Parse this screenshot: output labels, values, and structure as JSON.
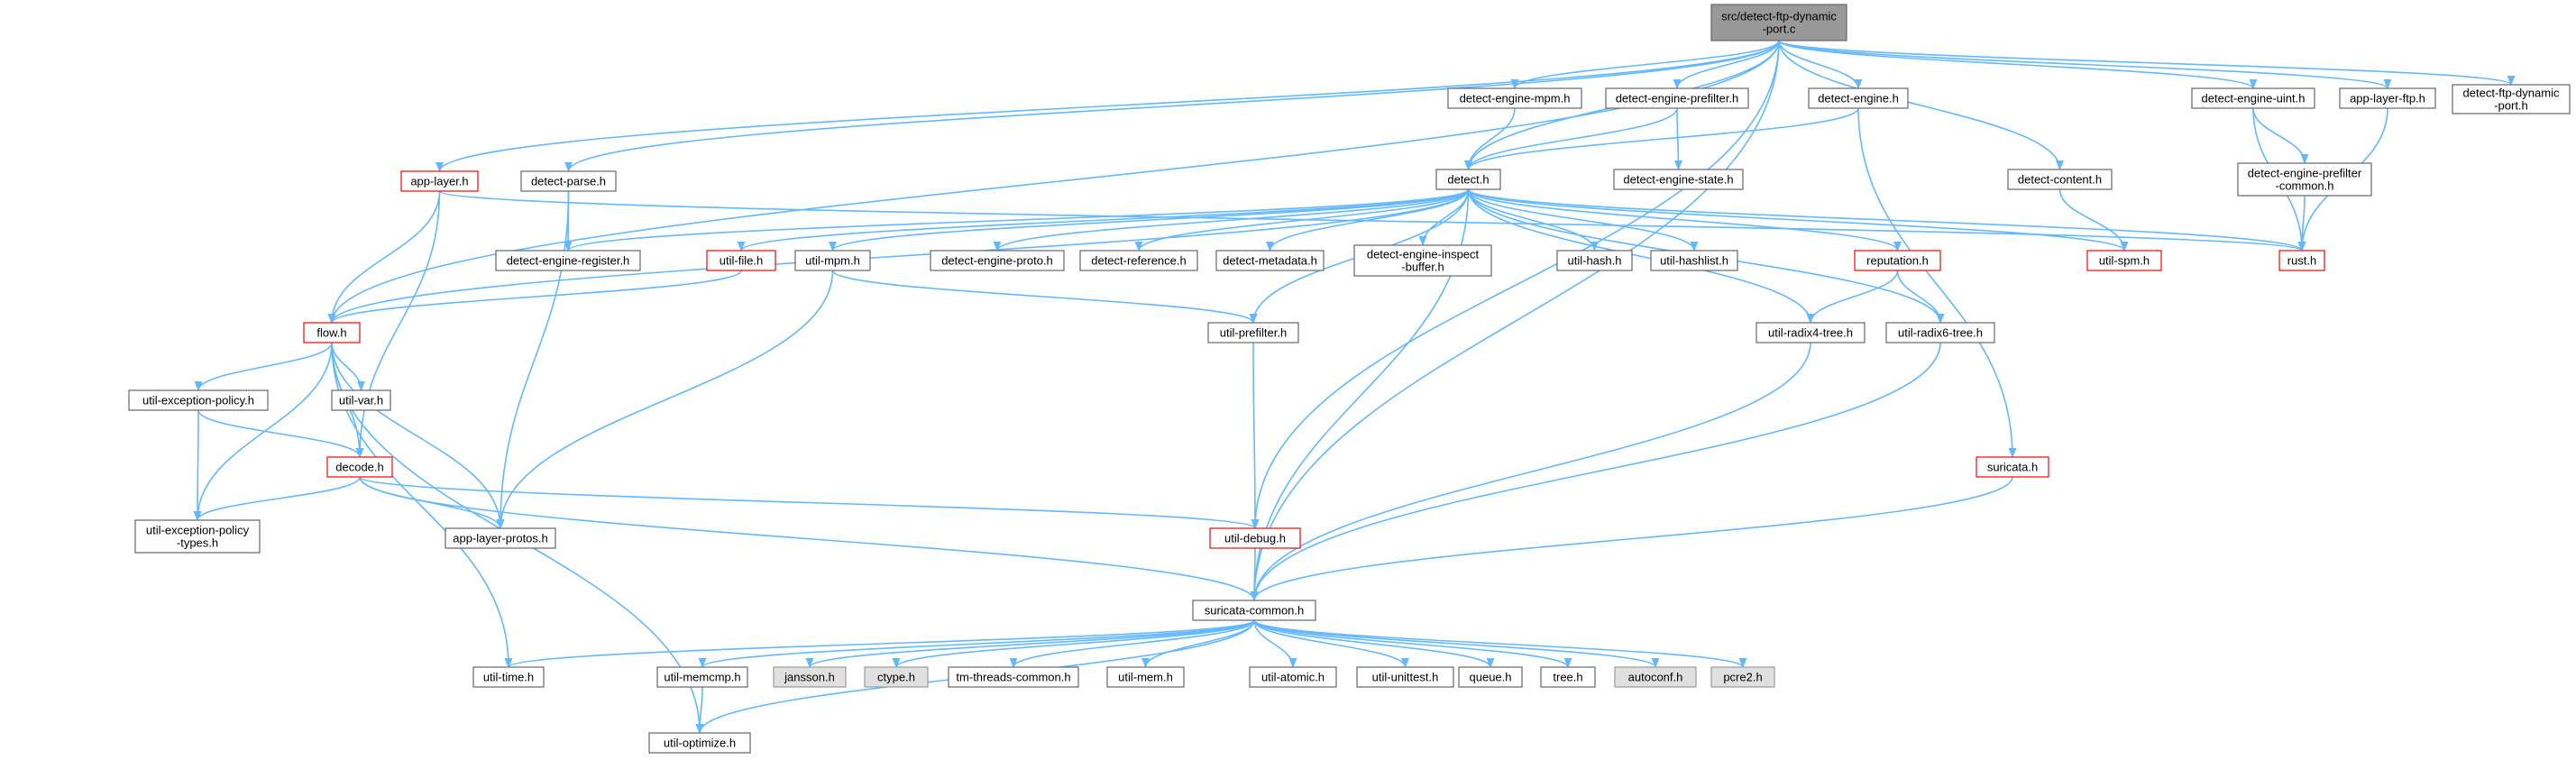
{
  "colors": {
    "edge": "#63b8ff",
    "root_fill": "#999999",
    "normal_border": "#666666",
    "highlight_border": "#ff0000",
    "system_fill": "#e0e0e0",
    "system_border": "#999999",
    "text": "#000000"
  },
  "nodes": {
    "root": {
      "lines": [
        "src/detect-ftp-dynamic",
        "-port.c"
      ],
      "style": "root"
    },
    "detect_engine_mpm_h": {
      "lines": [
        "detect-engine-mpm.h"
      ],
      "style": "normal"
    },
    "detect_engine_prefilter_h": {
      "lines": [
        "detect-engine-prefilter.h"
      ],
      "style": "normal"
    },
    "detect_engine_h": {
      "lines": [
        "detect-engine.h"
      ],
      "style": "normal"
    },
    "detect_engine_uint_h": {
      "lines": [
        "detect-engine-uint.h"
      ],
      "style": "normal"
    },
    "app_layer_ftp_h": {
      "lines": [
        "app-layer-ftp.h"
      ],
      "style": "normal"
    },
    "detect_ftp_dynamic_port_h": {
      "lines": [
        "detect-ftp-dynamic",
        "-port.h"
      ],
      "style": "normal"
    },
    "app_layer_h": {
      "lines": [
        "app-layer.h"
      ],
      "style": "highlight"
    },
    "detect_parse_h": {
      "lines": [
        "detect-parse.h"
      ],
      "style": "normal"
    },
    "detect_h": {
      "lines": [
        "detect.h"
      ],
      "style": "normal"
    },
    "detect_engine_state_h": {
      "lines": [
        "detect-engine-state.h"
      ],
      "style": "normal"
    },
    "detect_content_h": {
      "lines": [
        "detect-content.h"
      ],
      "style": "normal"
    },
    "detect_engine_prefilter_common_h": {
      "lines": [
        "detect-engine-prefilter",
        "-common.h"
      ],
      "style": "normal"
    },
    "detect_engine_register_h": {
      "lines": [
        "detect-engine-register.h"
      ],
      "style": "normal"
    },
    "util_file_h": {
      "lines": [
        "util-file.h"
      ],
      "style": "highlight"
    },
    "util_mpm_h": {
      "lines": [
        "util-mpm.h"
      ],
      "style": "normal"
    },
    "detect_engine_proto_h": {
      "lines": [
        "detect-engine-proto.h"
      ],
      "style": "normal"
    },
    "detect_reference_h": {
      "lines": [
        "detect-reference.h"
      ],
      "style": "normal"
    },
    "detect_metadata_h": {
      "lines": [
        "detect-metadata.h"
      ],
      "style": "normal"
    },
    "detect_engine_inspect_buffer_h": {
      "lines": [
        "detect-engine-inspect",
        "-buffer.h"
      ],
      "style": "normal"
    },
    "util_hash_h": {
      "lines": [
        "util-hash.h"
      ],
      "style": "normal"
    },
    "util_hashlist_h": {
      "lines": [
        "util-hashlist.h"
      ],
      "style": "normal"
    },
    "reputation_h": {
      "lines": [
        "reputation.h"
      ],
      "style": "highlight"
    },
    "util_spm_h": {
      "lines": [
        "util-spm.h"
      ],
      "style": "highlight"
    },
    "rust_h": {
      "lines": [
        "rust.h"
      ],
      "style": "highlight"
    },
    "flow_h": {
      "lines": [
        "flow.h"
      ],
      "style": "highlight"
    },
    "util_prefilter_h": {
      "lines": [
        "util-prefilter.h"
      ],
      "style": "normal"
    },
    "util_radix4_tree_h": {
      "lines": [
        "util-radix4-tree.h"
      ],
      "style": "normal"
    },
    "util_radix6_tree_h": {
      "lines": [
        "util-radix6-tree.h"
      ],
      "style": "normal"
    },
    "util_exception_policy_h": {
      "lines": [
        "util-exception-policy.h"
      ],
      "style": "normal"
    },
    "util_var_h": {
      "lines": [
        "util-var.h"
      ],
      "style": "normal"
    },
    "decode_h": {
      "lines": [
        "decode.h"
      ],
      "style": "highlight"
    },
    "suricata_h": {
      "lines": [
        "suricata.h"
      ],
      "style": "highlight"
    },
    "util_exception_policy_types_h": {
      "lines": [
        "util-exception-policy",
        "-types.h"
      ],
      "style": "normal"
    },
    "app_layer_protos_h": {
      "lines": [
        "app-layer-protos.h"
      ],
      "style": "normal"
    },
    "util_debug_h": {
      "lines": [
        "util-debug.h"
      ],
      "style": "highlight"
    },
    "suricata_common_h": {
      "lines": [
        "suricata-common.h"
      ],
      "style": "normal"
    },
    "util_time_h": {
      "lines": [
        "util-time.h"
      ],
      "style": "normal"
    },
    "util_memcmp_h": {
      "lines": [
        "util-memcmp.h"
      ],
      "style": "normal"
    },
    "jansson_h": {
      "lines": [
        "jansson.h"
      ],
      "style": "system"
    },
    "ctype_h": {
      "lines": [
        "ctype.h"
      ],
      "style": "system"
    },
    "tm_threads_common_h": {
      "lines": [
        "tm-threads-common.h"
      ],
      "style": "normal"
    },
    "util_mem_h": {
      "lines": [
        "util-mem.h"
      ],
      "style": "normal"
    },
    "util_atomic_h": {
      "lines": [
        "util-atomic.h"
      ],
      "style": "normal"
    },
    "util_unittest_h": {
      "lines": [
        "util-unittest.h"
      ],
      "style": "normal"
    },
    "queue_h": {
      "lines": [
        "queue.h"
      ],
      "style": "normal"
    },
    "tree_h": {
      "lines": [
        "tree.h"
      ],
      "style": "normal"
    },
    "autoconf_h": {
      "lines": [
        "autoconf.h"
      ],
      "style": "system"
    },
    "pcre2_h": {
      "lines": [
        "pcre2.h"
      ],
      "style": "system"
    },
    "util_optimize_h": {
      "lines": [
        "util-optimize.h"
      ],
      "style": "normal"
    }
  },
  "edges": [
    [
      "root",
      "detect_engine_mpm_h"
    ],
    [
      "root",
      "detect_engine_prefilter_h"
    ],
    [
      "root",
      "detect_engine_h"
    ],
    [
      "root",
      "detect_engine_uint_h"
    ],
    [
      "root",
      "app_layer_ftp_h"
    ],
    [
      "root",
      "detect_ftp_dynamic_port_h"
    ],
    [
      "root",
      "app_layer_h"
    ],
    [
      "root",
      "detect_parse_h"
    ],
    [
      "root",
      "detect_h"
    ],
    [
      "root",
      "detect_content_h"
    ],
    [
      "root",
      "flow_h"
    ],
    [
      "root",
      "util_debug_h"
    ],
    [
      "root",
      "suricata_common_h"
    ],
    [
      "detect_engine_mpm_h",
      "detect_h"
    ],
    [
      "detect_engine_prefilter_h",
      "detect_h"
    ],
    [
      "detect_engine_prefilter_h",
      "detect_engine_state_h"
    ],
    [
      "detect_engine_h",
      "detect_h"
    ],
    [
      "detect_engine_h",
      "suricata_h"
    ],
    [
      "detect_engine_uint_h",
      "detect_engine_prefilter_common_h"
    ],
    [
      "detect_engine_uint_h",
      "rust_h"
    ],
    [
      "app_layer_ftp_h",
      "rust_h"
    ],
    [
      "detect_engine_prefilter_common_h",
      "rust_h"
    ],
    [
      "detect_content_h",
      "util_spm_h"
    ],
    [
      "app_layer_h",
      "flow_h"
    ],
    [
      "app_layer_h",
      "decode_h"
    ],
    [
      "app_layer_h",
      "rust_h"
    ],
    [
      "detect_parse_h",
      "detect_engine_register_h"
    ],
    [
      "detect_parse_h",
      "app_layer_protos_h"
    ],
    [
      "detect_h",
      "detect_engine_register_h"
    ],
    [
      "detect_h",
      "util_file_h"
    ],
    [
      "detect_h",
      "util_mpm_h"
    ],
    [
      "detect_h",
      "detect_engine_proto_h"
    ],
    [
      "detect_h",
      "detect_reference_h"
    ],
    [
      "detect_h",
      "detect_metadata_h"
    ],
    [
      "detect_h",
      "detect_engine_inspect_buffer_h"
    ],
    [
      "detect_h",
      "util_hash_h"
    ],
    [
      "detect_h",
      "util_hashlist_h"
    ],
    [
      "detect_h",
      "reputation_h"
    ],
    [
      "detect_h",
      "util_spm_h"
    ],
    [
      "detect_h",
      "rust_h"
    ],
    [
      "detect_h",
      "flow_h"
    ],
    [
      "detect_h",
      "util_prefilter_h"
    ],
    [
      "detect_h",
      "util_radix4_tree_h"
    ],
    [
      "detect_h",
      "util_radix6_tree_h"
    ],
    [
      "detect_h",
      "suricata_common_h"
    ],
    [
      "util_file_h",
      "flow_h"
    ],
    [
      "util_mpm_h",
      "util_prefilter_h"
    ],
    [
      "util_mpm_h",
      "app_layer_protos_h"
    ],
    [
      "reputation_h",
      "util_radix4_tree_h"
    ],
    [
      "reputation_h",
      "util_radix6_tree_h"
    ],
    [
      "util_prefilter_h",
      "util_debug_h"
    ],
    [
      "util_radix4_tree_h",
      "suricata_common_h"
    ],
    [
      "util_radix6_tree_h",
      "suricata_common_h"
    ],
    [
      "suricata_h",
      "suricata_common_h"
    ],
    [
      "flow_h",
      "util_exception_policy_h"
    ],
    [
      "flow_h",
      "util_var_h"
    ],
    [
      "flow_h",
      "decode_h"
    ],
    [
      "flow_h",
      "util_exception_policy_types_h"
    ],
    [
      "flow_h",
      "app_layer_protos_h"
    ],
    [
      "flow_h",
      "util_time_h"
    ],
    [
      "flow_h",
      "util_optimize_h"
    ],
    [
      "util_exception_policy_h",
      "decode_h"
    ],
    [
      "util_exception_policy_h",
      "util_exception_policy_types_h"
    ],
    [
      "decode_h",
      "util_exception_policy_types_h"
    ],
    [
      "decode_h",
      "app_layer_protos_h"
    ],
    [
      "decode_h",
      "util_debug_h"
    ],
    [
      "decode_h",
      "suricata_common_h"
    ],
    [
      "util_debug_h",
      "suricata_common_h"
    ],
    [
      "suricata_common_h",
      "util_time_h"
    ],
    [
      "suricata_common_h",
      "util_memcmp_h"
    ],
    [
      "suricata_common_h",
      "jansson_h"
    ],
    [
      "suricata_common_h",
      "ctype_h"
    ],
    [
      "suricata_common_h",
      "tm_threads_common_h"
    ],
    [
      "suricata_common_h",
      "util_mem_h"
    ],
    [
      "suricata_common_h",
      "util_atomic_h"
    ],
    [
      "suricata_common_h",
      "util_unittest_h"
    ],
    [
      "suricata_common_h",
      "queue_h"
    ],
    [
      "suricata_common_h",
      "tree_h"
    ],
    [
      "suricata_common_h",
      "autoconf_h"
    ],
    [
      "suricata_common_h",
      "pcre2_h"
    ],
    [
      "suricata_common_h",
      "util_optimize_h"
    ],
    [
      "util_memcmp_h",
      "util_optimize_h"
    ]
  ]
}
